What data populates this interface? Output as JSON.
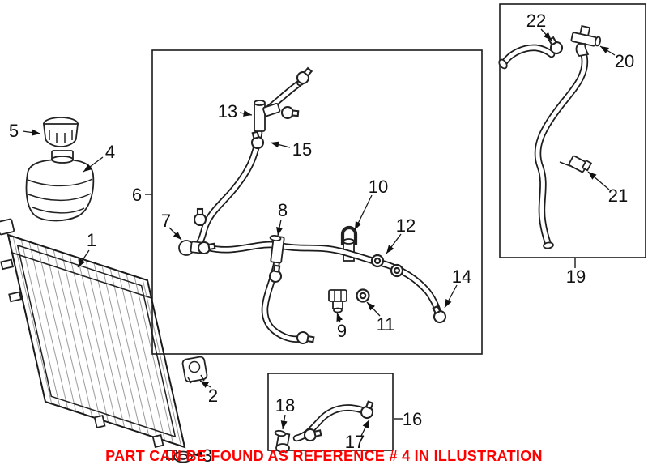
{
  "diagram": {
    "kind": "coolant-hose-parts-illustration",
    "line_color": "#1a1a1a",
    "background": "#ffffff"
  },
  "callouts": {
    "1": "1",
    "2": "2",
    "3": "3",
    "4": "4",
    "5": "5",
    "6": "6",
    "7": "7",
    "8": "8",
    "9": "9",
    "10": "10",
    "11": "11",
    "12": "12",
    "13": "13",
    "14": "14",
    "15": "15",
    "16": "16",
    "17": "17",
    "18": "18",
    "19": "19",
    "20": "20",
    "21": "21",
    "22": "22"
  },
  "notice": {
    "text": "PART CAN BE FOUND AS REFERENCE # 4 IN ILLUSTRATION",
    "color": "#ff0000"
  }
}
